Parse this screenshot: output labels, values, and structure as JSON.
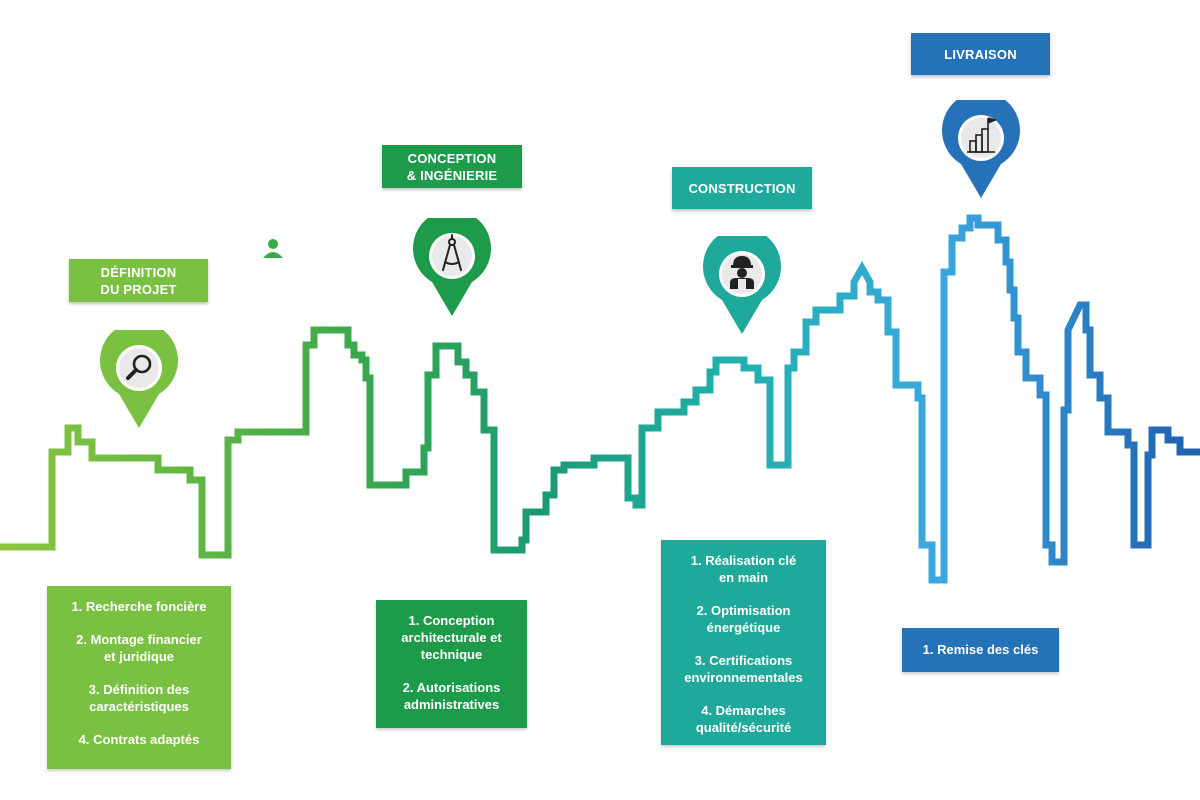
{
  "colors": {
    "phase1": "#7ac143",
    "phase2": "#1e9a4b",
    "phase3": "#1fa99a",
    "phase4": "#2672b8",
    "person_icon": "#3aaa4a"
  },
  "phases": [
    {
      "title": "DÉFINITION\nDU PROJET",
      "icon": "magnifier-icon",
      "steps": [
        "1. Recherche foncière",
        "2. Montage financier\net juridique",
        "3. Définition des\ncaractéristiques",
        "4. Contrats adaptés"
      ]
    },
    {
      "title": "CONCEPTION\n& INGÉNIERIE",
      "icon": "compass-icon",
      "steps": [
        "1. Conception\narchitecturale et\ntechnique",
        "2. Autorisations\nadministratives"
      ]
    },
    {
      "title": "CONSTRUCTION",
      "icon": "construction-worker-icon",
      "steps": [
        "1. Réalisation clé\nen main",
        "2. Optimisation\nénergétique",
        "3. Certifications\nenvironnementales",
        "4. Démarches\nqualité/sécurité"
      ]
    },
    {
      "title": "LIVRAISON",
      "icon": "building-flag-icon",
      "steps": [
        "1. Remise des clés"
      ]
    }
  ]
}
